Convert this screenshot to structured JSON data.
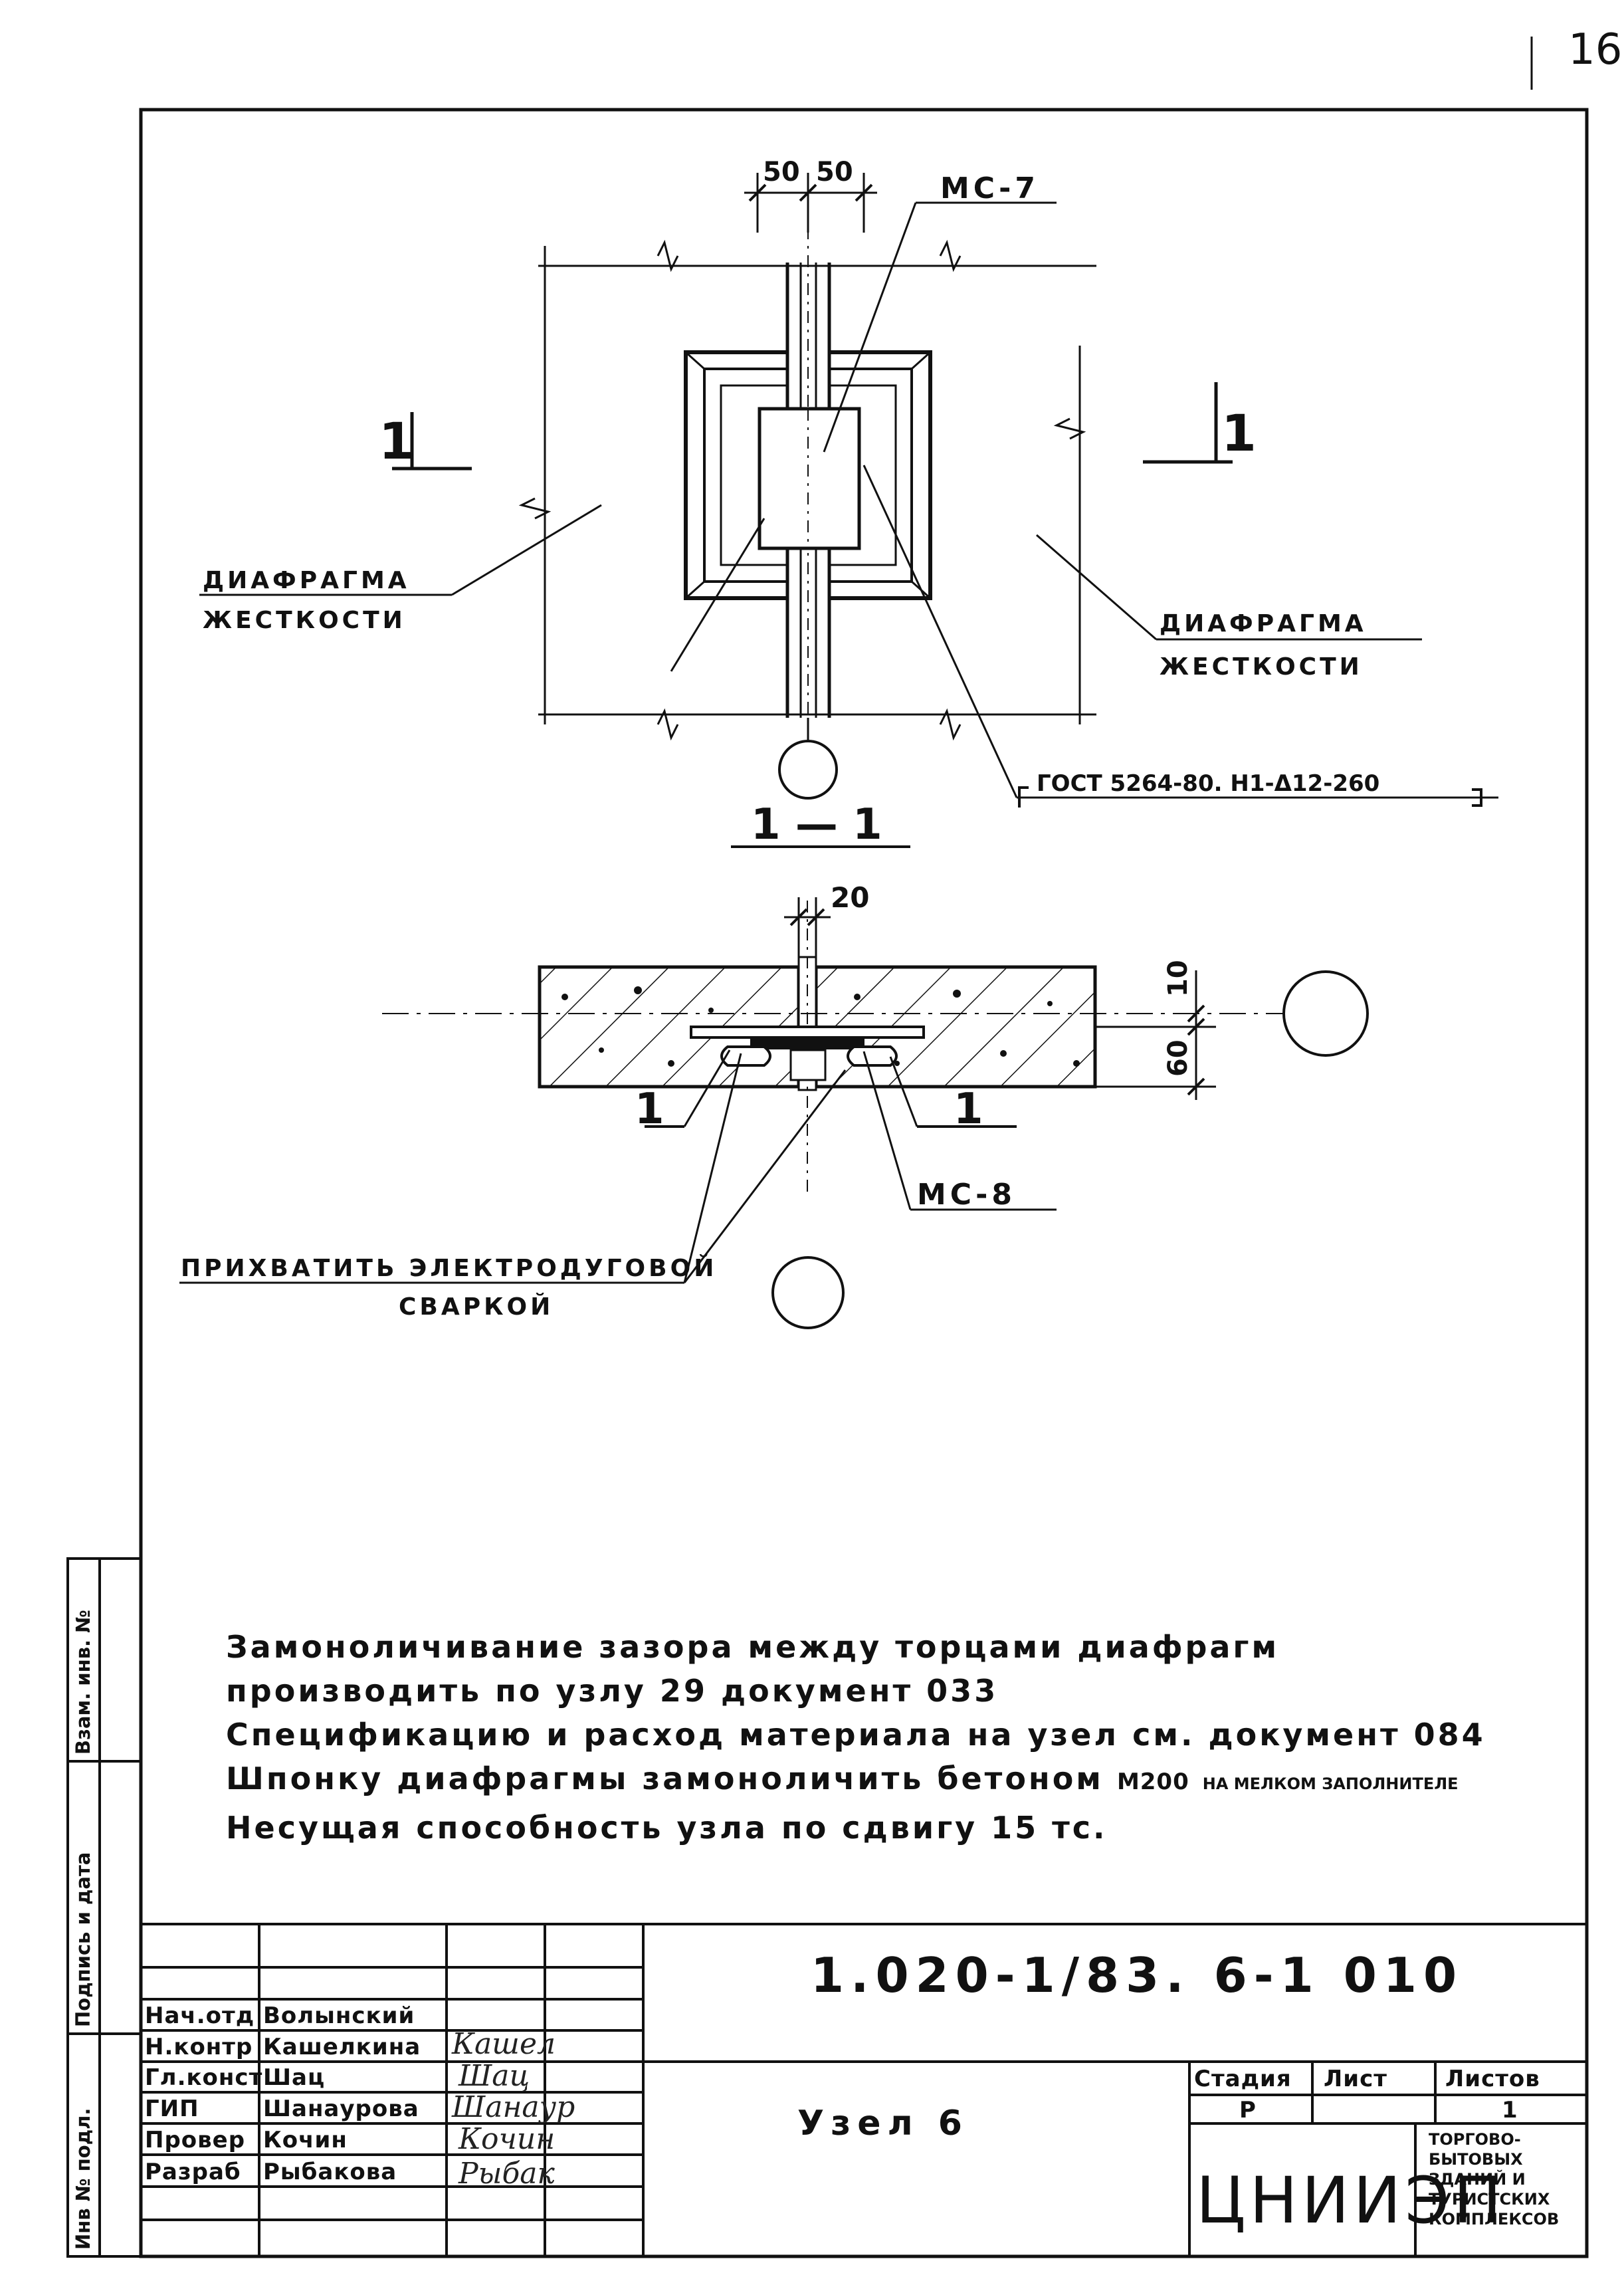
{
  "sheet_number": "16",
  "plan_view": {
    "dim_left": "50",
    "dim_right": "50",
    "callout_mc7": "МС-7",
    "section_mark": "1",
    "label_left": [
      "ДИАФРАГМА",
      "ЖЕСТКОСТИ"
    ],
    "label_right": [
      "ДИАФРАГМА",
      "ЖЕСТКОСТИ"
    ],
    "gost_callout": "ГОСТ 5264-80. Н1-Δ12-260"
  },
  "section_view": {
    "title": "1 — 1",
    "dim_gap": "20",
    "dim_10": "10",
    "dim_60": "60",
    "mark_left": "1",
    "mark_right": "1",
    "callout_mc8": "МС-8",
    "weld_note": [
      "ПРИХВАТИТЬ ЭЛЕКТРОДУГОВОЙ",
      "СВАРКОЙ"
    ]
  },
  "notes": [
    "Замоноличивание зазора между торцами диафрагм",
    "производить по узлу 29 документ 033",
    "Спецификацию и расход материала на узел см. документ 084",
    "Шпонку диафрагмы замоноличить бетоном",
    "Несущая способность узла по сдвигу 15 тс."
  ],
  "note4_grade": "М200",
  "note4_suffix": "НА МЕЛКОМ ЗАПОЛНИТЕЛЕ",
  "side_stamp": {
    "inv_orig": "Инв № подл.",
    "signature_date": "Подпись и дата",
    "replaced_inv": "Взам. инв. №"
  },
  "title_block": {
    "doc_code": "1.020-1/83. 6-1 010",
    "title": "Узел 6",
    "people": [
      {
        "role": "Нач.отд",
        "name": "Волынский",
        "signature": ""
      },
      {
        "role": "Н.контр",
        "name": "Кашелкина",
        "signature": "Кашел"
      },
      {
        "role": "Гл.конст",
        "name": "Шац",
        "signature": "Шац"
      },
      {
        "role": "ГИП",
        "name": "Шанаурова",
        "signature": "Шанаур"
      },
      {
        "role": "Провер",
        "name": "Кочин",
        "signature": "Кочин"
      },
      {
        "role": "Разраб",
        "name": "Рыбакова",
        "signature": "Рыбак"
      }
    ],
    "stage_header": "Стадия",
    "sheet_header": "Лист",
    "sheets_header": "Листов",
    "stage_value": "Р",
    "sheet_value": "",
    "sheets_value": "1",
    "org_logo": "ЦНИИЭП",
    "org_name": [
      "ТОРГОВО-",
      "БЫТОВЫХ",
      "ЗДАНИЙ И",
      "ТУРИСТСКИХ",
      "КОМПЛЕКСОВ"
    ]
  }
}
